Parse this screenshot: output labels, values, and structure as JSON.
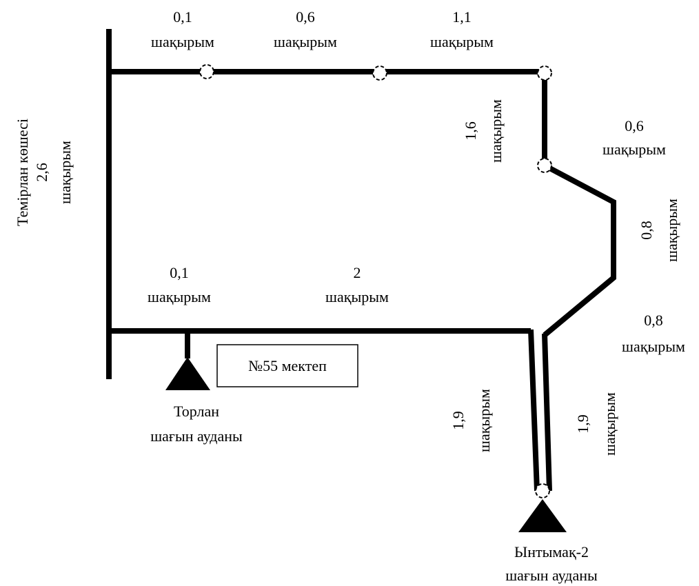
{
  "street": {
    "name": "Темірлан көшесі",
    "distance_value": "2,6",
    "unit": "шақырым"
  },
  "segments": {
    "top_1": {
      "value": "0,1",
      "unit": "шақырым"
    },
    "top_2": {
      "value": "0,6",
      "unit": "шақырым"
    },
    "top_3": {
      "value": "1,1",
      "unit": "шақырым"
    },
    "right_down": {
      "value": "1,6",
      "unit": "шақырым"
    },
    "diag_1": {
      "value": "0,6",
      "unit": "шақырым"
    },
    "vertical_right": {
      "value": "0,8",
      "unit": "шақырым"
    },
    "diag_2": {
      "value": "0,8",
      "unit": "шақырым"
    },
    "bottom_1": {
      "value": "0,1",
      "unit": "шақырым"
    },
    "bottom_2": {
      "value": "2",
      "unit": "шақырым"
    },
    "down_left": {
      "value": "1,9",
      "unit": "шақырым"
    },
    "down_right": {
      "value": "1,9",
      "unit": "шақырым"
    }
  },
  "school": {
    "label": "№55 мектеп"
  },
  "destinations": {
    "torlan": {
      "line1": "Торлан",
      "line2": "шағын ауданы"
    },
    "yntymak": {
      "line1": "Ынтымақ-2",
      "line2": "шағын ауданы"
    }
  }
}
